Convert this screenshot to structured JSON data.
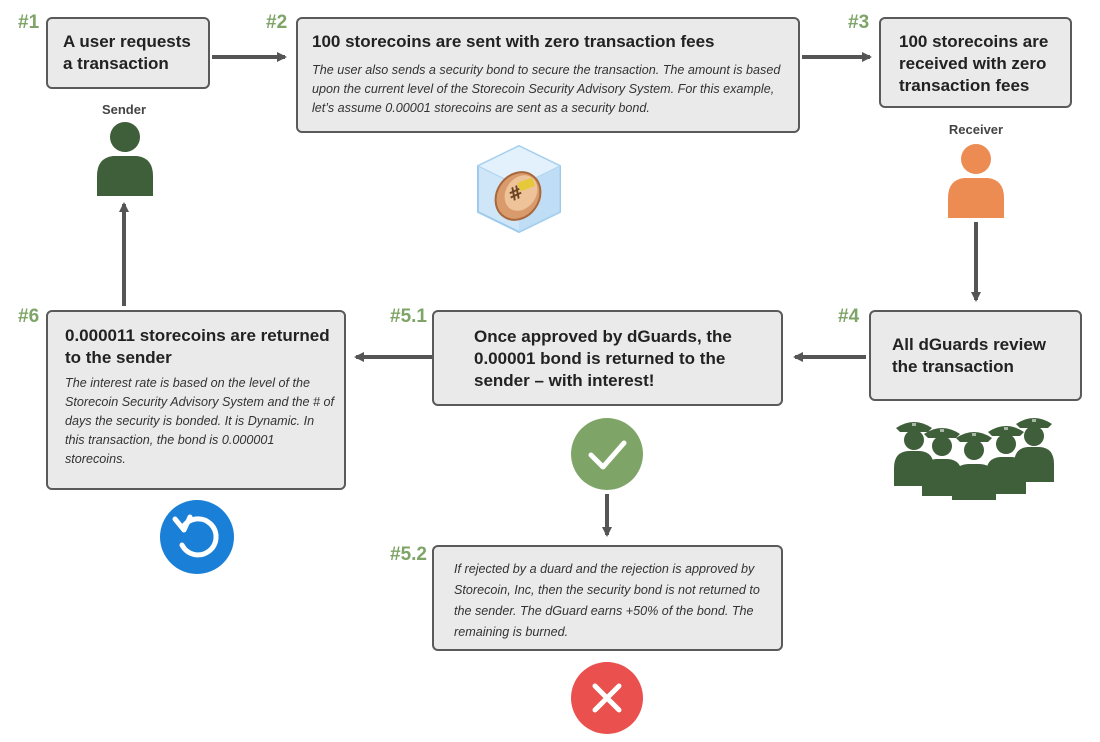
{
  "colors": {
    "accent_green": "#7ea567",
    "box_fill": "#eaeaea",
    "box_border": "#5a5a5a",
    "sender_color": "#3f5e3a",
    "receiver_color": "#ec8c53",
    "dguard_color": "#3f5e3a",
    "check_color": "#7ea567",
    "reject_color": "#e9504e",
    "return_color": "#1a7fd6",
    "arrow_color": "#555555"
  },
  "steps": {
    "s1": {
      "label": "#1",
      "title": "A user requests a transaction"
    },
    "s2": {
      "label": "#2",
      "title": "100 storecoins are sent with zero transaction fees",
      "desc": "The user also sends a security bond to secure the transaction. The amount is based upon the current level of the Storecoin Security Advisory System. For this example, let’s assume 0.00001 storecoins  are sent as a security bond."
    },
    "s3": {
      "label": "#3",
      "title": "100 storecoins are received with zero transaction fees"
    },
    "s4": {
      "label": "#4",
      "title": "All dGuards review the transaction"
    },
    "s51": {
      "label": "#5.1",
      "title": "Once approved by dGuards, the 0.00001 bond is returned to the sender – with interest!"
    },
    "s52": {
      "label": "#5.2",
      "desc": "If rejected by a duard and the rejection is approved by Storecoin, Inc, then the security bond is not returned to the sender. The dGuard earns +50% of the bond. The remaining is burned."
    },
    "s6": {
      "label": "#6",
      "title": "0.000011  storecoins are returned to the sender",
      "desc": "The interest rate is based on the level of the Storecoin Security Advisory System and the # of days the security is bonded. It is Dynamic. In this transaction, the bond is 0.000001 storecoins."
    }
  },
  "roles": {
    "sender": "Sender",
    "receiver": "Receiver"
  },
  "icons": {
    "sender": "person-icon",
    "receiver": "person-icon",
    "bond": "coin-cube-icon",
    "dguards": "guards-group-icon",
    "approve": "checkmark-icon",
    "reject": "x-icon",
    "return": "refresh-icon"
  }
}
